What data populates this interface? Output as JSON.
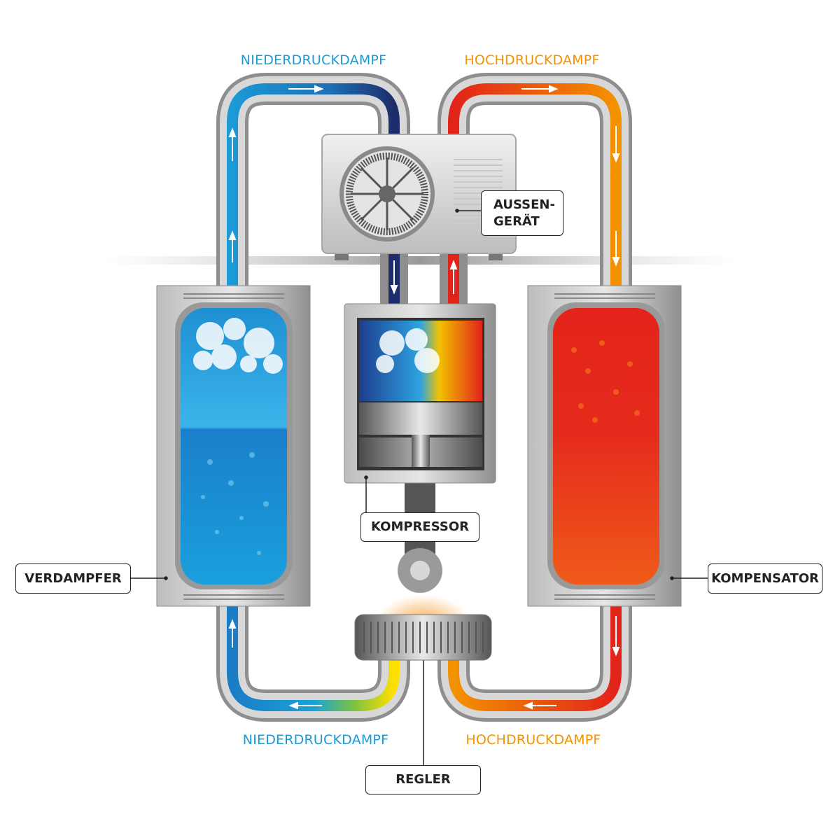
{
  "flows": {
    "top_left": "NIEDERDRUCKDAMPF",
    "top_right": "HOCHDRUCKDAMPF",
    "bottom_left": "NIEDERDRUCKDAMPF",
    "bottom_right": "HOCHDRUCKDAMPF"
  },
  "labels": {
    "outdoor_unit_line1": "AUSSEN-",
    "outdoor_unit_line2": "GERÄT",
    "compressor": "KOMPRESSOR",
    "evaporator": "VERDAMPFER",
    "condenser": "KOMPENSATOR",
    "regulator": "REGLER"
  },
  "colors": {
    "low_pressure": "#1b9ad6",
    "high_pressure": "#f39200",
    "cold_dark": "#1d2d6b",
    "hot": "#e2231a"
  }
}
